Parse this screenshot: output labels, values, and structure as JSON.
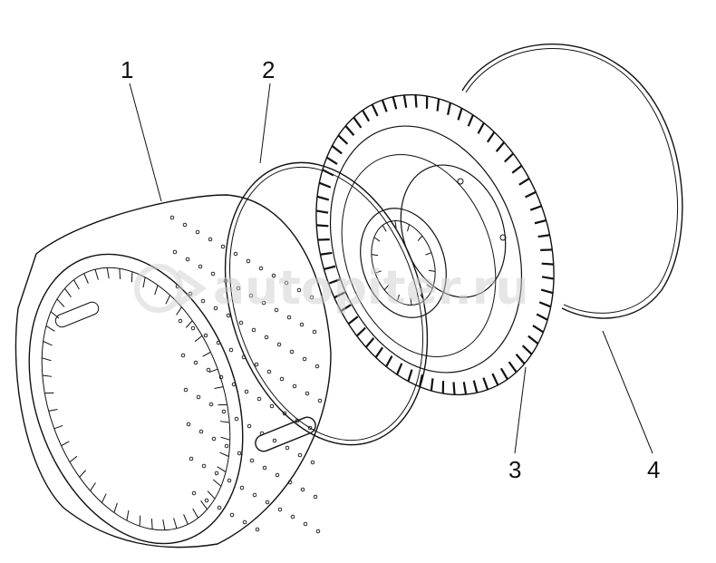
{
  "callouts": [
    {
      "id": "1",
      "label": "1"
    },
    {
      "id": "2",
      "label": "2"
    },
    {
      "id": "3",
      "label": "3"
    },
    {
      "id": "4",
      "label": "4"
    }
  ],
  "watermark": "autopiter.ru",
  "colors": {
    "ink": "#111111",
    "watermark": "#cfcfcf",
    "background": "#ffffff"
  },
  "icons": {
    "watermark_logo": "autopiter-logo-icon"
  }
}
